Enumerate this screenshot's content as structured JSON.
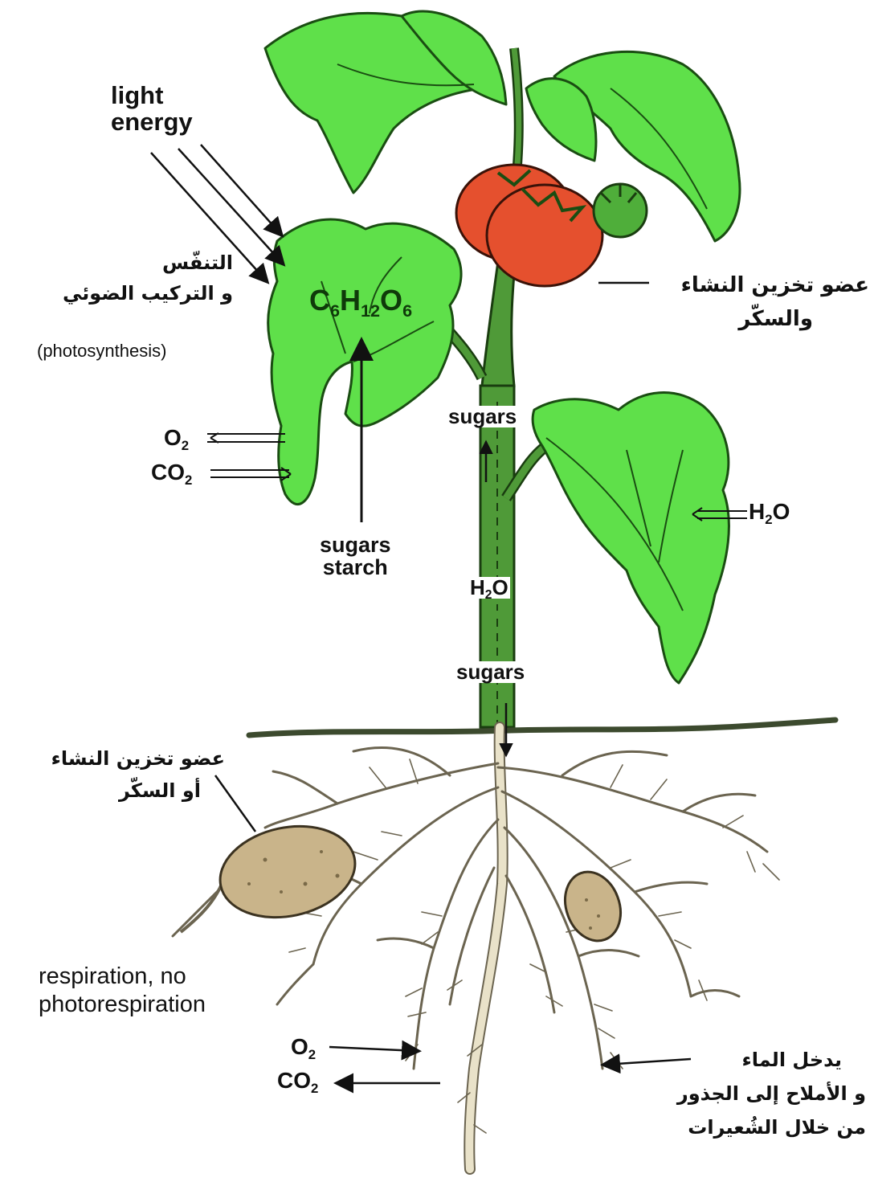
{
  "labels": {
    "light_energy": [
      "light",
      "energy"
    ],
    "arabic_respiration_photosynthesis": [
      "التنفّس",
      "و التركيب الضوئي"
    ],
    "photosynthesis": "(photosynthesis)",
    "formula": {
      "c": "C",
      "c_sub": "6",
      "h": "H",
      "h_sub": "12",
      "o": "O",
      "o_sub": "6"
    },
    "o2_leaf": {
      "base": "O",
      "sub": "2"
    },
    "co2_leaf": {
      "base": "CO",
      "sub": "2"
    },
    "sugars_starch": [
      "sugars",
      "starch"
    ],
    "arabic_fruit_storage": [
      "عضو تخزين النشاء",
      "والسكّر"
    ],
    "sugars_stem_upper": "sugars",
    "h2o_leaf": {
      "base": "H",
      "sub": "2",
      "end": "O"
    },
    "h2o_stem": {
      "base": "H",
      "sub": "2",
      "end": "O"
    },
    "sugars_stem_lower": "sugars",
    "arabic_tuber_storage": [
      "عضو تخزين النشاء",
      "أو السكّر"
    ],
    "respiration": [
      "respiration, no",
      "photorespiration"
    ],
    "o2_root": {
      "base": "O",
      "sub": "2"
    },
    "co2_root": {
      "base": "CO",
      "sub": "2"
    },
    "arabic_root_water": [
      "يدخل الماء",
      "و الأملاح إلى الجذور",
      "من خلال الشُعيرات"
    ]
  },
  "colors": {
    "leaf": "#5fe04a",
    "leaf_outline": "#1a4d12",
    "stem": "#4f9a38",
    "tomato": "#e5502e",
    "green_fruit": "#4fae3a",
    "potato": "#c9b48a",
    "root": "#e9e2c9",
    "root_outline": "#6b6450",
    "soil_line": "#3c4a2e"
  }
}
